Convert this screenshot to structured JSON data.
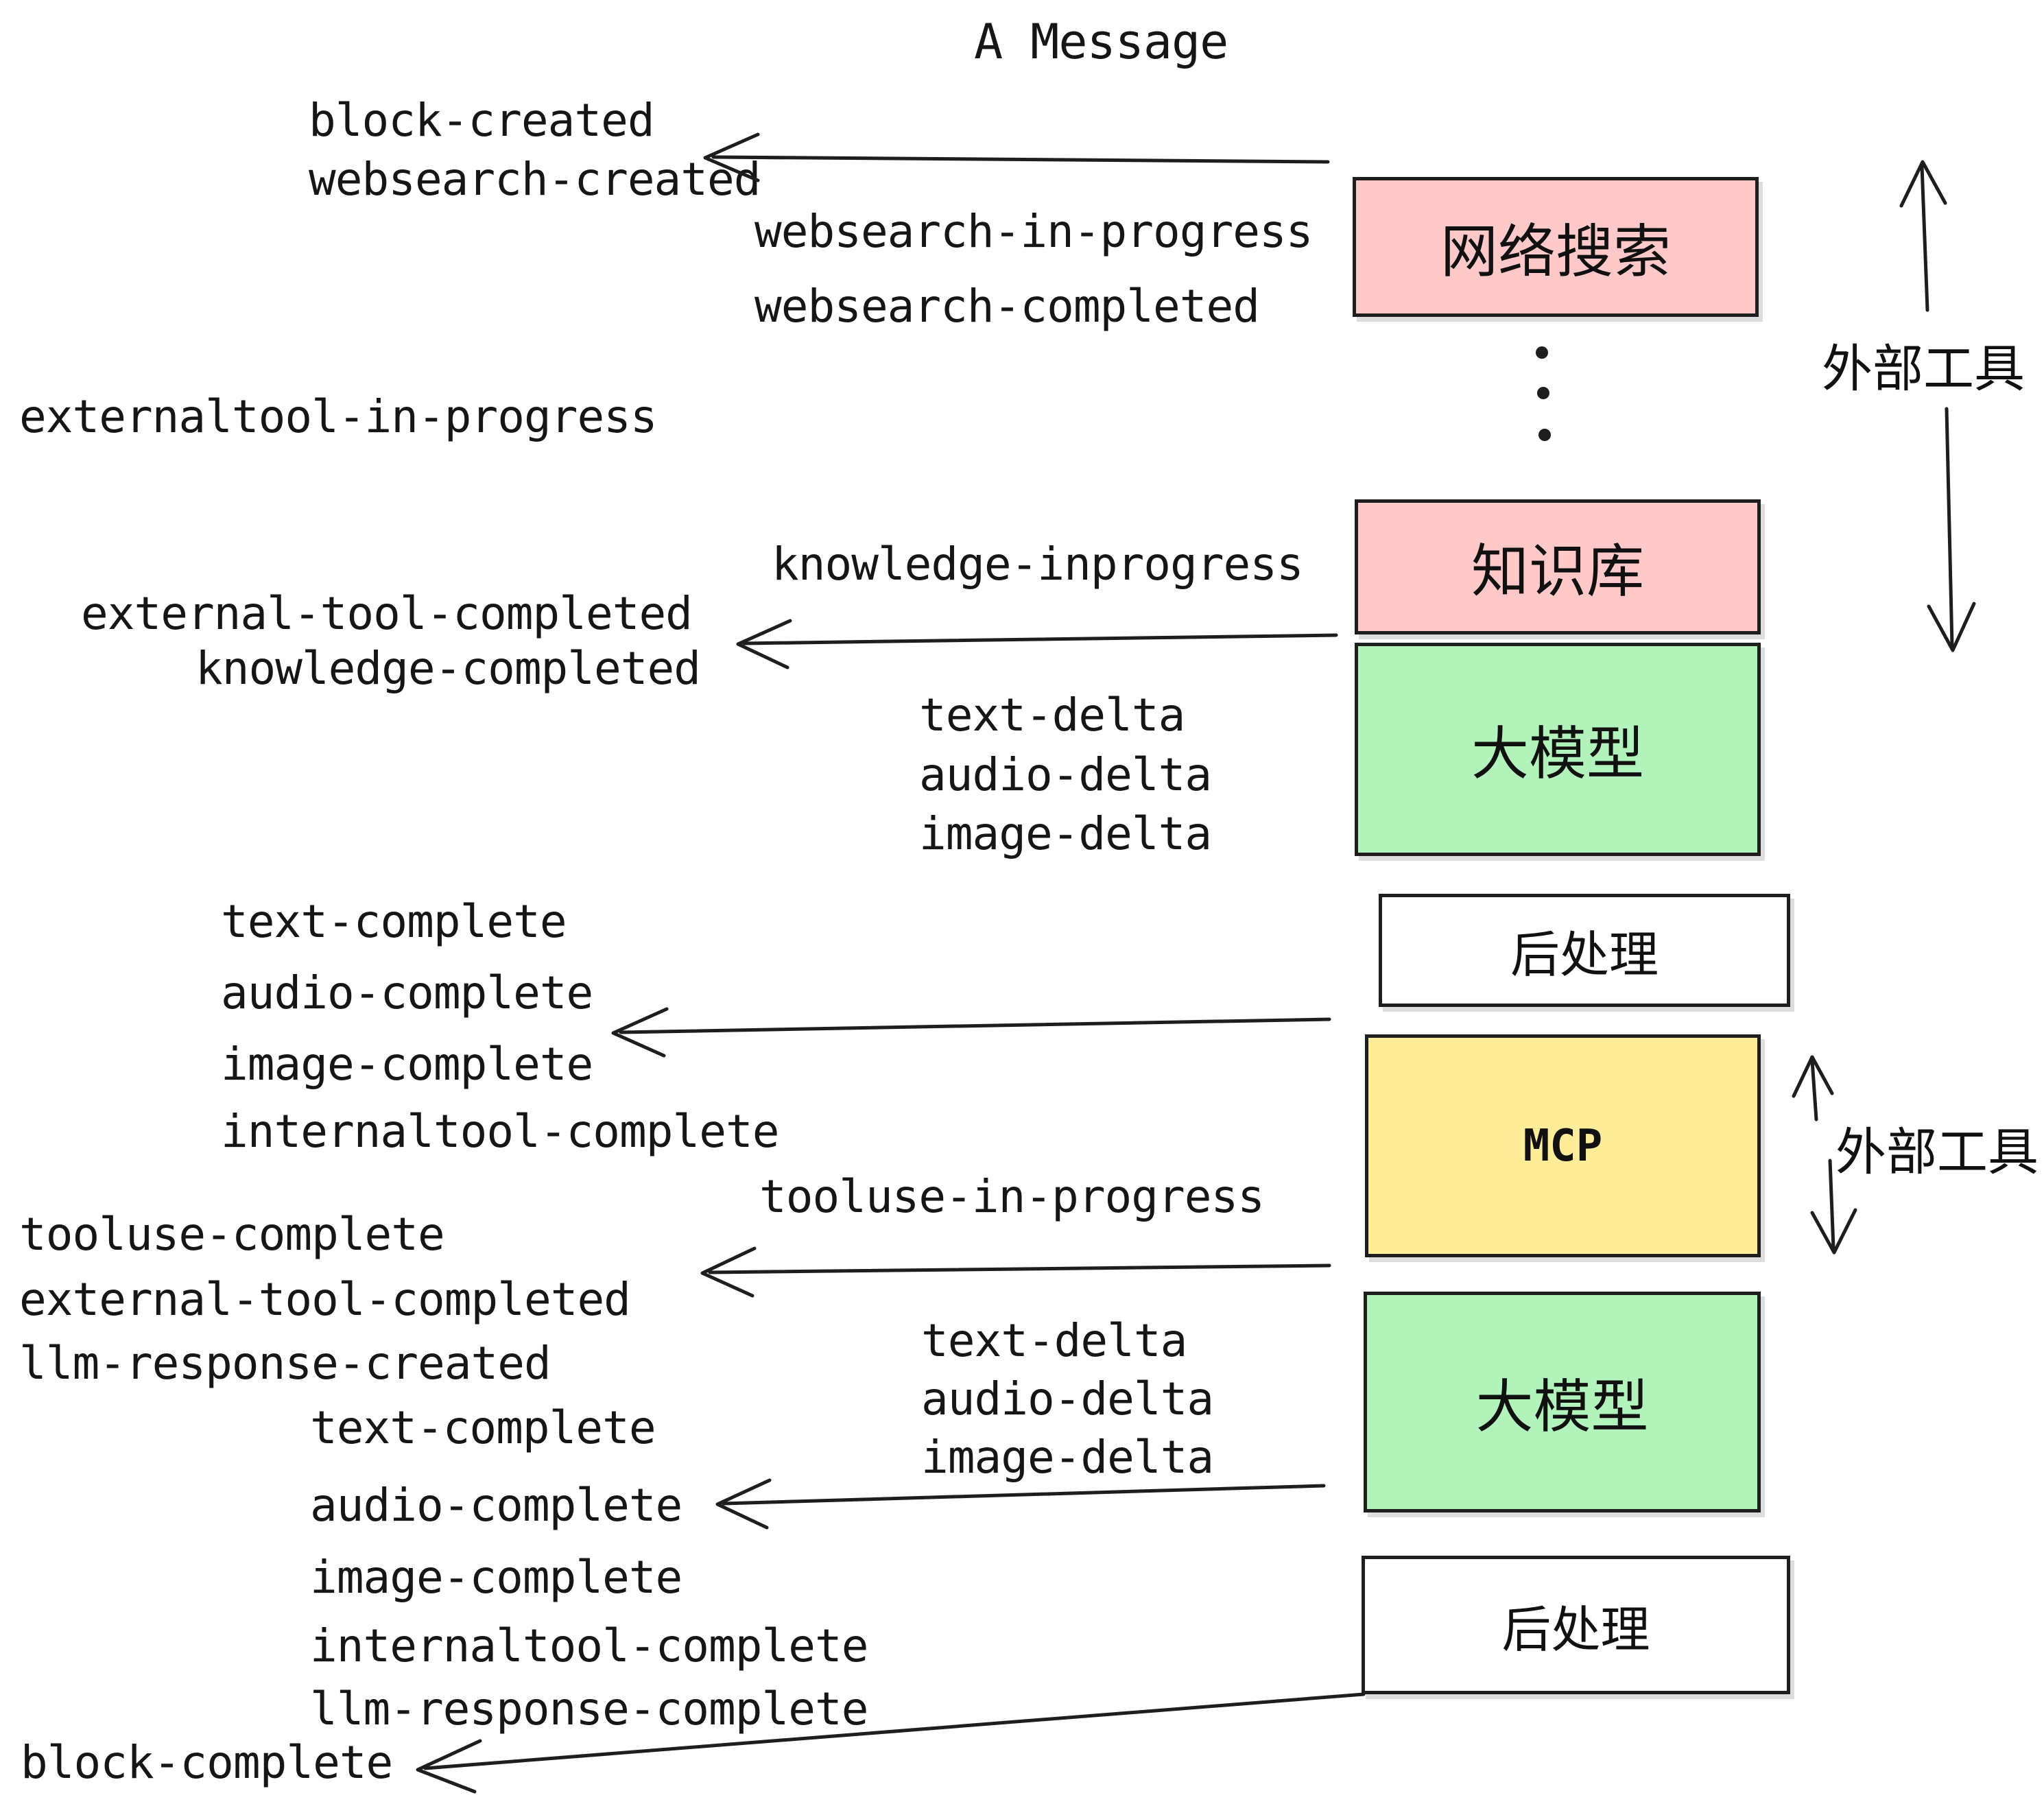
{
  "diagram": {
    "title": "A Message",
    "events": {
      "block_created": "block-created",
      "websearch_created": "websearch-created",
      "websearch_in_progress": "websearch-in-progress",
      "websearch_completed": "websearch-completed",
      "externaltool_in_progress": "externaltool-in-progress",
      "knowledge_inprogress": "knowledge-inprogress",
      "external_tool_completed": "external-tool-completed",
      "knowledge_completed": "knowledge-completed",
      "text_delta": "text-delta",
      "audio_delta": "audio-delta",
      "image_delta": "image-delta",
      "text_complete": "text-complete",
      "audio_complete": "audio-complete",
      "image_complete": "image-complete",
      "internaltool_complete": "internaltool-complete",
      "tooluse_in_progress": "tooluse-in-progress",
      "tooluse_complete": "tooluse-complete",
      "llm_response_created": "llm-response-created",
      "llm_response_complete": "llm-response-complete",
      "block_complete": "block-complete"
    },
    "boxes": {
      "websearch": "网络搜索",
      "knowledge": "知识库",
      "llm": "大模型",
      "postprocess": "后处理",
      "mcp": "MCP"
    },
    "side_label": "外部工具",
    "colors": {
      "pink": "#ffc9c9",
      "green": "#b2f2bb",
      "yellow": "#ffec99",
      "white": "#ffffff",
      "stroke": "#1e1e1e"
    }
  }
}
